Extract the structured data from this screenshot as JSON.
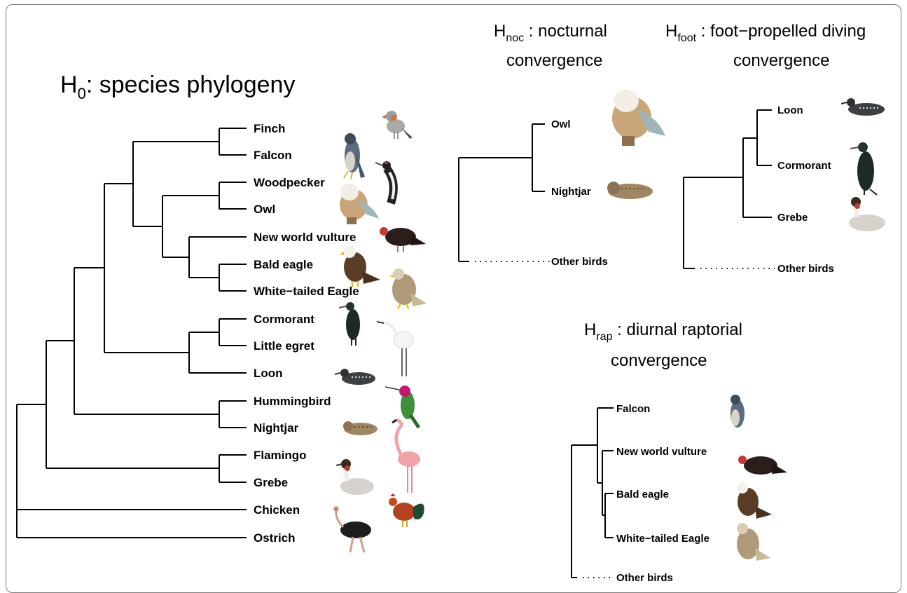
{
  "panels": {
    "h0": {
      "title_main": "H",
      "title_sub": "0",
      "title_rest": ": species phylogeny",
      "leaves": [
        "Finch",
        "Falcon",
        "Woodpecker",
        "Owl",
        "New world vulture",
        "Bald eagle",
        "White−tailed Eagle",
        "Cormorant",
        "Little egret",
        "Loon",
        "Hummingbird",
        "Nightjar",
        "Flamingo",
        "Grebe",
        "Chicken",
        "Ostrich"
      ]
    },
    "hnoc": {
      "title_main": "H",
      "title_sub": "noc",
      "title_rest": " : nocturnal",
      "title_line2": "convergence",
      "leaves": [
        "Owl",
        "Nightjar",
        "Other birds"
      ]
    },
    "hfoot": {
      "title_main": "H",
      "title_sub": "foot",
      "title_rest": " : foot−propelled diving",
      "title_line2": "convergence",
      "leaves": [
        "Loon",
        "Cormorant",
        "Grebe",
        "Other birds"
      ]
    },
    "hrap": {
      "title_main": "H",
      "title_sub": "rap",
      "title_rest": " : diurnal raptorial",
      "title_line2": "convergence",
      "leaves": [
        "Falcon",
        "New world vulture",
        "Bald eagle",
        "White−tailed Eagle",
        "Other birds"
      ]
    }
  },
  "bird_illustrations": [
    "finch",
    "falcon",
    "woodpecker",
    "owl",
    "vulture",
    "bald-eagle",
    "white-tailed-eagle",
    "cormorant",
    "egret",
    "loon",
    "hummingbird",
    "nightjar",
    "flamingo",
    "grebe",
    "rooster",
    "ostrich"
  ]
}
